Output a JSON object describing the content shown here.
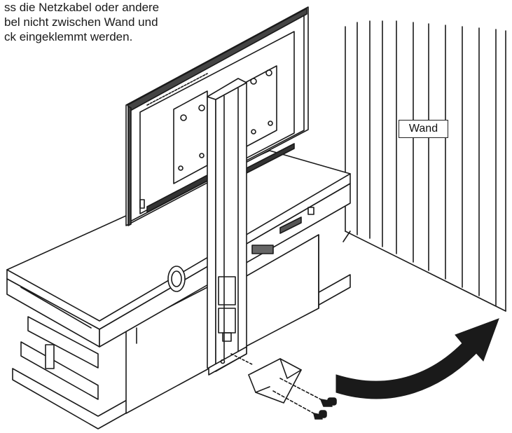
{
  "note": {
    "lines": [
      "ss die Netzkabel oder andere",
      "bel nicht zwischen Wand und",
      "ck eingeklemmt werden."
    ]
  },
  "labels": {
    "wall": "Wand"
  },
  "colors": {
    "line": "#1a1a1a",
    "shade": "#3a3a3a",
    "fill": "#ffffff"
  }
}
